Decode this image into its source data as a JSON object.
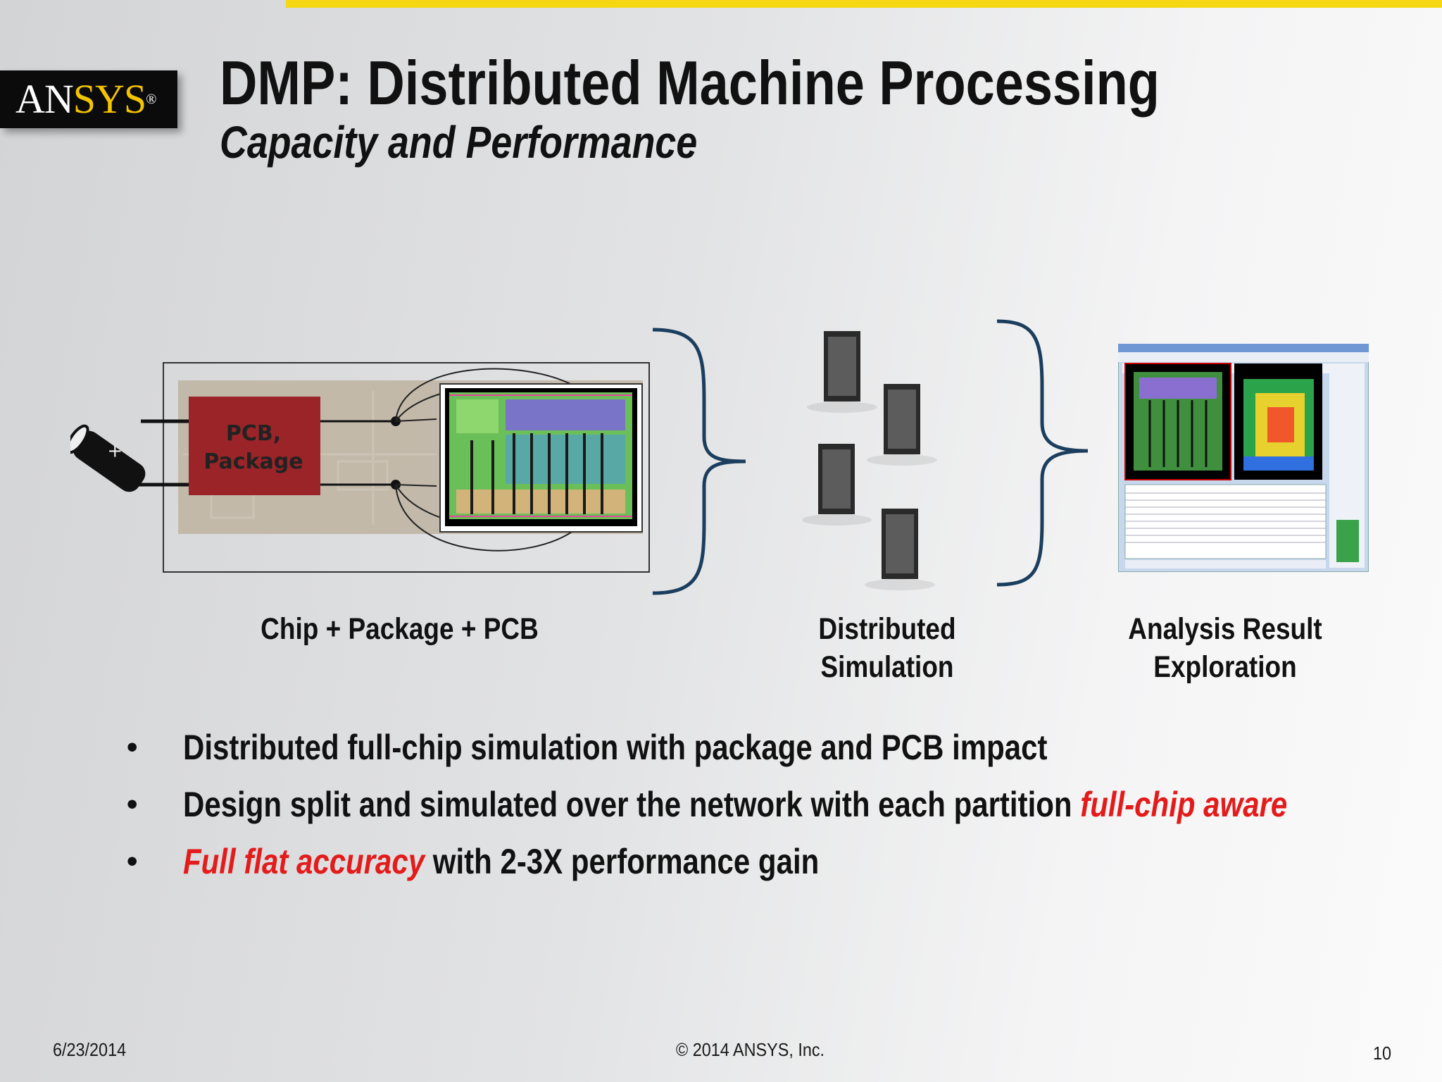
{
  "header": {
    "logo_text_white": "AN",
    "logo_text_yellow": "SYS",
    "logo_trademark": "®",
    "title": "DMP: Distributed Machine Processing",
    "subtitle": "Capacity and Performance"
  },
  "diagram": {
    "pcb_label_line1": "PCB,",
    "pcb_label_line2": "Package",
    "captions": {
      "chip": "Chip + Package + PCB",
      "sim_line1": "Distributed",
      "sim_line2": "Simulation",
      "result_line1": "Analysis Result",
      "result_line2": "Exploration"
    }
  },
  "bullets": [
    {
      "before": "Distributed full-chip simulation with package and PCB impact",
      "highlight": "",
      "after": ""
    },
    {
      "before": "Design split and simulated over the network with each partition ",
      "highlight": "full-chip aware",
      "after": ""
    },
    {
      "before": "",
      "highlight": "Full flat accuracy",
      "after": " with 2-3X performance gain"
    }
  ],
  "bullet_symbol": "•",
  "footer": {
    "date": "6/23/2014",
    "copyright": "© 2014 ANSYS, Inc.",
    "page_number": "10"
  },
  "colors": {
    "accent_yellow": "#f5d713",
    "highlight_red": "#e31b1b",
    "brace_blue": "#1b3e5e",
    "pcb_red": "#9a2428"
  }
}
